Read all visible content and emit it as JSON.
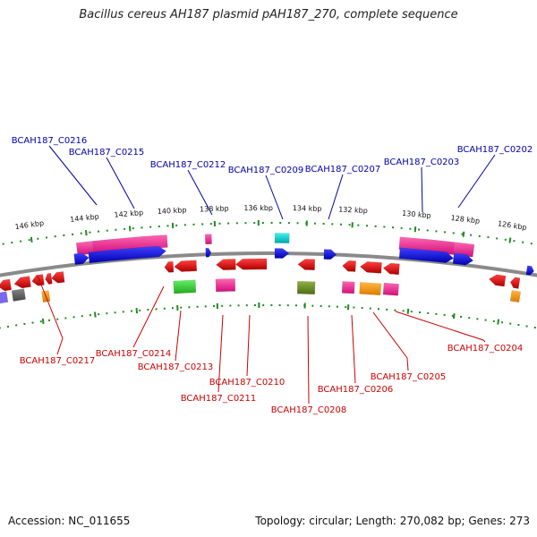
{
  "title": "Bacillus cereus AH187 plasmid pAH187_270, complete sequence",
  "footer": {
    "accession": "Accession: NC_011655",
    "summary": "Topology: circular; Length: 270,082 bp; Genes: 273"
  },
  "colors": {
    "backbone": "#8a8a8a",
    "tick": "#1f8a1f",
    "upper_label": "#0000aa",
    "lower_label": "#cc0000",
    "forward_gene": "#0000ee",
    "reverse_gene": "#ee0000",
    "magenta": "#ff1493",
    "green": "#33cc33",
    "orange": "#ff9900",
    "olive": "#6b8e23",
    "cyan": "#00cccc",
    "gray": "#666666",
    "purple": "#7b68ee"
  },
  "ticks": [
    "146 kbp",
    "144 kbp",
    "142 kbp",
    "140 kbp",
    "138 kbp",
    "136 kbp",
    "134 kbp",
    "132 kbp",
    "130 kbp",
    "128 kbp",
    "126 kbp"
  ],
  "upper_labels": [
    "BCAH187_C0216",
    "BCAH187_C0215",
    "BCAH187_C0212",
    "BCAH187_C0209",
    "BCAH187_C0207",
    "BCAH187_C0203",
    "BCAH187_C0202"
  ],
  "lower_labels": [
    "BCAH187_C0217",
    "BCAH187_C0214",
    "BCAH187_C0213",
    "BCAH187_C0211",
    "BCAH187_C0210",
    "BCAH187_C0208",
    "BCAH187_C0206",
    "BCAH187_C0205",
    "BCAH187_C0204"
  ]
}
